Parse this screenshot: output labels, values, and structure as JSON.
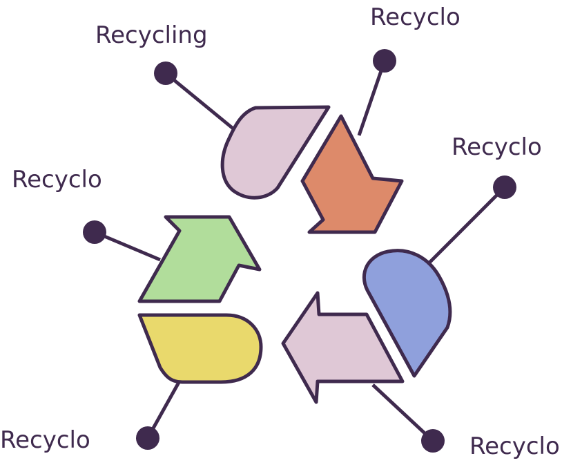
{
  "colors": {
    "outline": "#3f2a4e",
    "dot": "#3f2a4e",
    "pink": "#dfc8d6",
    "orange": "#dd8a6a",
    "blue": "#8fa0dc",
    "lilac": "#dfc8d6",
    "yellow": "#e9d96c",
    "green": "#b1dd9b"
  },
  "labels": {
    "top_left": "Recycling",
    "top_right": "Recyclo",
    "right": "Recyclo",
    "bottom_right": "Recyclo",
    "bottom_left": "Recyclo",
    "left": "Recyclo"
  }
}
